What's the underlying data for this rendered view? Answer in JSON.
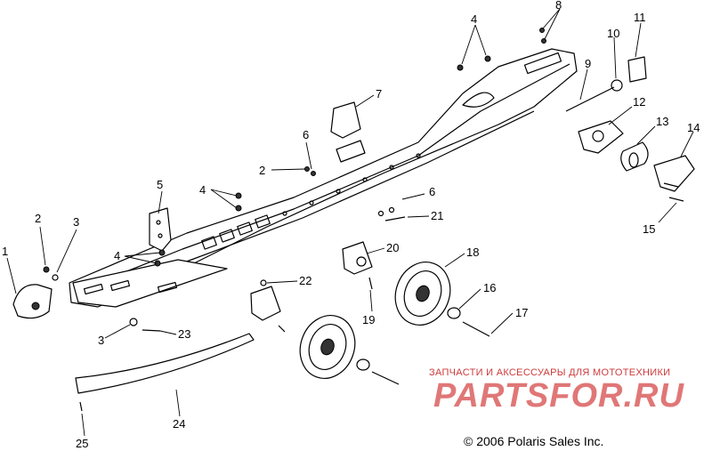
{
  "callouts": {
    "c1": "1",
    "c2a": "2",
    "c2b": "2",
    "c3a": "3",
    "c3b": "3",
    "c4a": "4",
    "c4b": "4",
    "c4c": "4",
    "c5": "5",
    "c6a": "6",
    "c6b": "6",
    "c7": "7",
    "c8": "8",
    "c9": "9",
    "c10": "10",
    "c11": "11",
    "c12": "12",
    "c13": "13",
    "c14": "14",
    "c15": "15",
    "c16": "16",
    "c17": "17",
    "c18": "18",
    "c19": "19",
    "c20": "20",
    "c21": "21",
    "c22": "22",
    "c23": "23",
    "c24": "24",
    "c25": "25"
  },
  "watermark": {
    "tagline": "ЗАПЧАСТИ И АКСЕССУАРЫ ДЛЯ МОТОТЕХНИКИ",
    "logo": "PARTSFOR.RU"
  },
  "copyright": "© 2006 Polaris Sales Inc."
}
